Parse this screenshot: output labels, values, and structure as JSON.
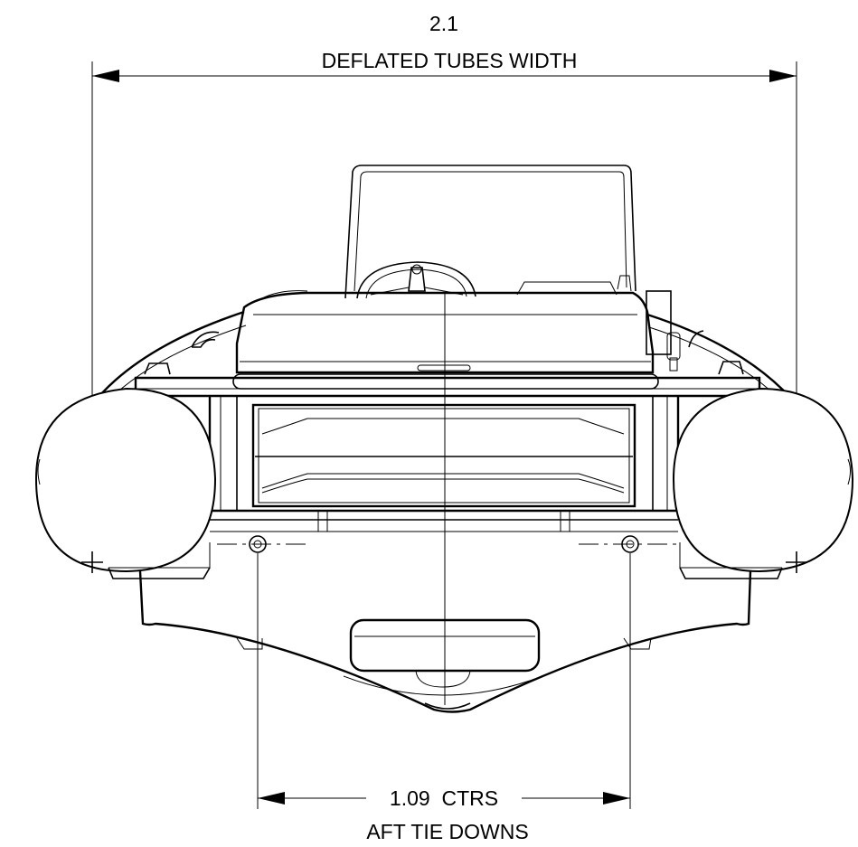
{
  "dimensions": {
    "overall_width": {
      "value": "2.1",
      "label": "DEFLATED TUBES WIDTH"
    },
    "tie_down_spacing": {
      "value": "1.09  CTRS",
      "label": "AFT TIE DOWNS"
    }
  },
  "colors": {
    "line": "#000000",
    "background": "#ffffff"
  }
}
